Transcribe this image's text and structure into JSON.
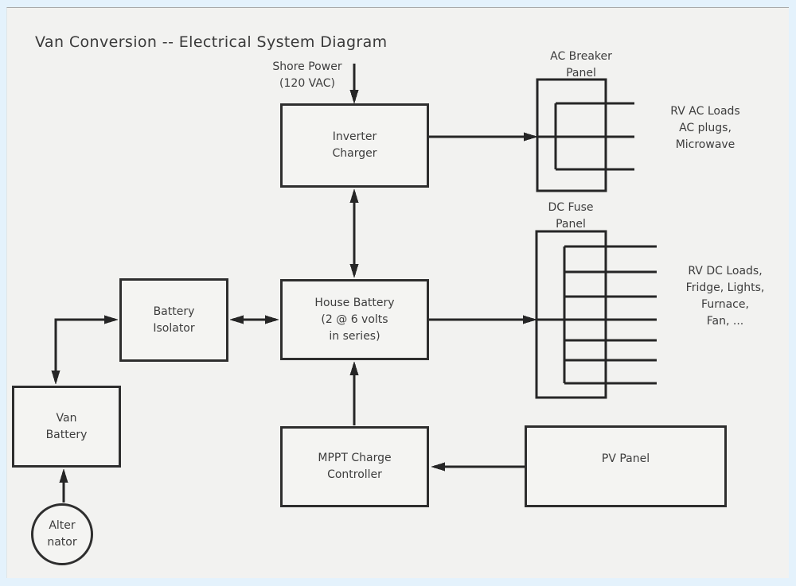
{
  "title": "Van Conversion -- Electrical System Diagram",
  "colors": {
    "wire": "#262626",
    "box_border": "#2e2e2e",
    "text": "#3d3d3d",
    "canvas_bg": "#f2f2f0",
    "frame_bg": "#e4f2fc"
  },
  "nodes": {
    "inverter_charger": {
      "lines": [
        "Inverter",
        "Charger"
      ]
    },
    "house_battery": {
      "lines": [
        "House Battery",
        "(2 @ 6 volts",
        "in series)"
      ]
    },
    "battery_isolator": {
      "lines": [
        "Battery",
        "Isolator"
      ]
    },
    "van_battery": {
      "lines": [
        "Van",
        "Battery"
      ]
    },
    "mppt_charge_controller": {
      "lines": [
        "MPPT Charge",
        "Controller"
      ]
    },
    "pv_panel": {
      "lines": [
        "PV Panel"
      ]
    },
    "alternator": {
      "lines": [
        "Alter",
        "nator"
      ]
    }
  },
  "labels": {
    "shore_power": {
      "lines": [
        "Shore Power",
        "(120 VAC)"
      ]
    },
    "ac_breaker_panel": {
      "lines": [
        "AC Breaker",
        "Panel"
      ]
    },
    "ac_loads": {
      "lines": [
        "RV AC Loads",
        "AC plugs,",
        "Microwave"
      ]
    },
    "dc_fuse_panel": {
      "lines": [
        "DC Fuse",
        "Panel"
      ]
    },
    "dc_loads": {
      "lines": [
        "RV DC Loads,",
        "Fridge, Lights,",
        "Furnace,",
        "Fan, ..."
      ]
    }
  },
  "edges": [
    {
      "from": "Shore Power (120 VAC)",
      "to": "Inverter Charger",
      "type": "arrow"
    },
    {
      "from": "Inverter Charger",
      "to": "AC Breaker Panel",
      "type": "arrow"
    },
    {
      "from": "Inverter Charger",
      "to": "House Battery",
      "type": "double-arrow"
    },
    {
      "from": "Battery Isolator",
      "to": "House Battery",
      "type": "double-arrow"
    },
    {
      "from": "Battery Isolator",
      "to": "Van Battery",
      "type": "double-arrow"
    },
    {
      "from": "Alternator",
      "to": "Van Battery",
      "type": "arrow"
    },
    {
      "from": "MPPT Charge Controller",
      "to": "House Battery",
      "type": "arrow"
    },
    {
      "from": "PV Panel",
      "to": "MPPT Charge Controller",
      "type": "arrow"
    },
    {
      "from": "House Battery",
      "to": "DC Fuse Panel",
      "type": "arrow"
    },
    {
      "from": "AC Breaker Panel",
      "to": "RV AC Loads AC plugs, Microwave",
      "type": "bus-lines"
    },
    {
      "from": "DC Fuse Panel",
      "to": "RV DC Loads, Fridge, Lights, Furnace, Fan, ...",
      "type": "bus-lines"
    }
  ]
}
